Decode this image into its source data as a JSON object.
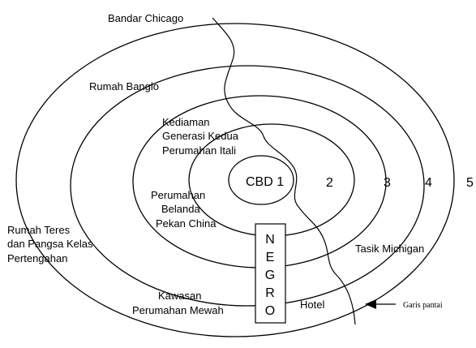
{
  "title": "Bandar Chicago",
  "zones": {
    "z1": "CBD 1",
    "z2": "2",
    "z3": "3",
    "z4": "4",
    "z5": "5"
  },
  "labels": {
    "bungalow": "Rumah Banglo",
    "second_gen_line1": "Kediaman",
    "second_gen_line2": "Generasi Kedua",
    "second_gen_line3": "Perumahan Itali",
    "dutch_line1": "Perumahan",
    "dutch_line2": "Belanda",
    "dutch_line3": "Pekan China",
    "terrace_line1": "Rumah Teres",
    "terrace_line2": "dan Pangsa Kelas",
    "terrace_line3": "Pertengahan",
    "lake": "Tasik Michigan",
    "luxury_line1": "Kawasan",
    "luxury_line2": "Perumahan Mewah",
    "hotel": "Hotel",
    "coastline": "Garis pantai"
  },
  "negro_letters": [
    "N",
    "E",
    "G",
    "R",
    "O"
  ]
}
